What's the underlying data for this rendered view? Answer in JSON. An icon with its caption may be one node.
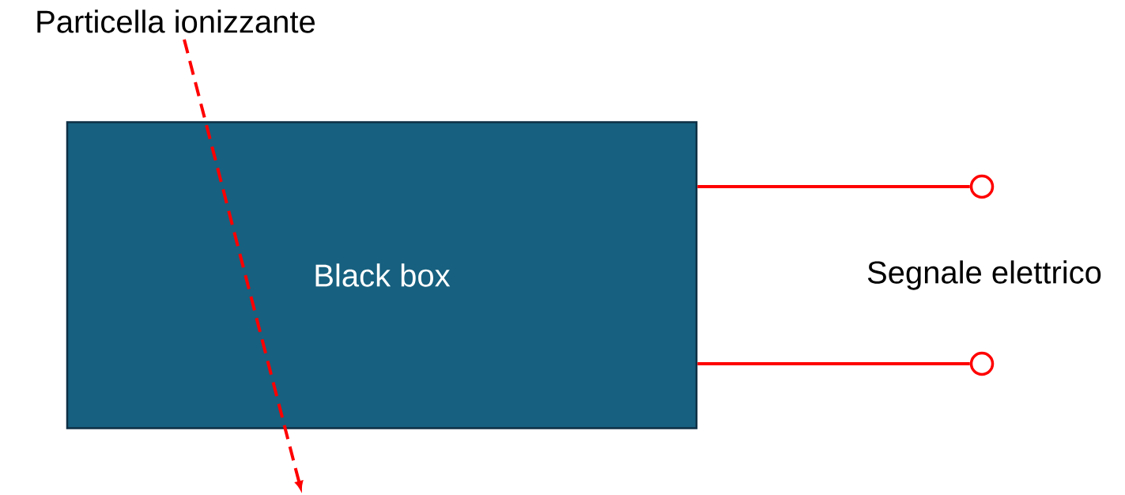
{
  "diagram": {
    "nodes": [
      {
        "text": [
          "Particella ionizzante"
        ]
      },
      {
        "text": [
          "Black box"
        ]
      },
      {
        "text": [],
        "shape": "circle"
      },
      {
        "text": [],
        "shape": "circle"
      }
    ],
    "edges": [
      {
        "from": 0,
        "to": null,
        "arrow": "to",
        "style": "dashed",
        "color": "#ff0000"
      },
      {
        "from": 1,
        "to": 2,
        "arrow": "none",
        "color": "#ff0000"
      },
      {
        "from": 1,
        "to": 3,
        "arrow": "none",
        "color": "#ff0000"
      }
    ],
    "labels": [
      "Segnale elettrico"
    ]
  }
}
